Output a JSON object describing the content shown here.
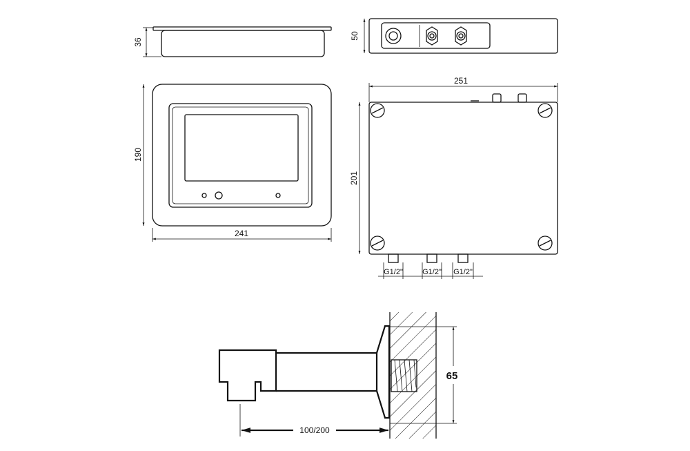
{
  "dimensions": {
    "panel_side_depth": "36",
    "box_side_depth": "50",
    "panel_height": "190",
    "panel_width": "241",
    "box_width": "251",
    "box_height": "201",
    "connections": [
      "G1/2\"",
      "G1/2\"",
      "G1/2\""
    ],
    "spout_projection": "100/200",
    "spout_rosette": "65"
  }
}
